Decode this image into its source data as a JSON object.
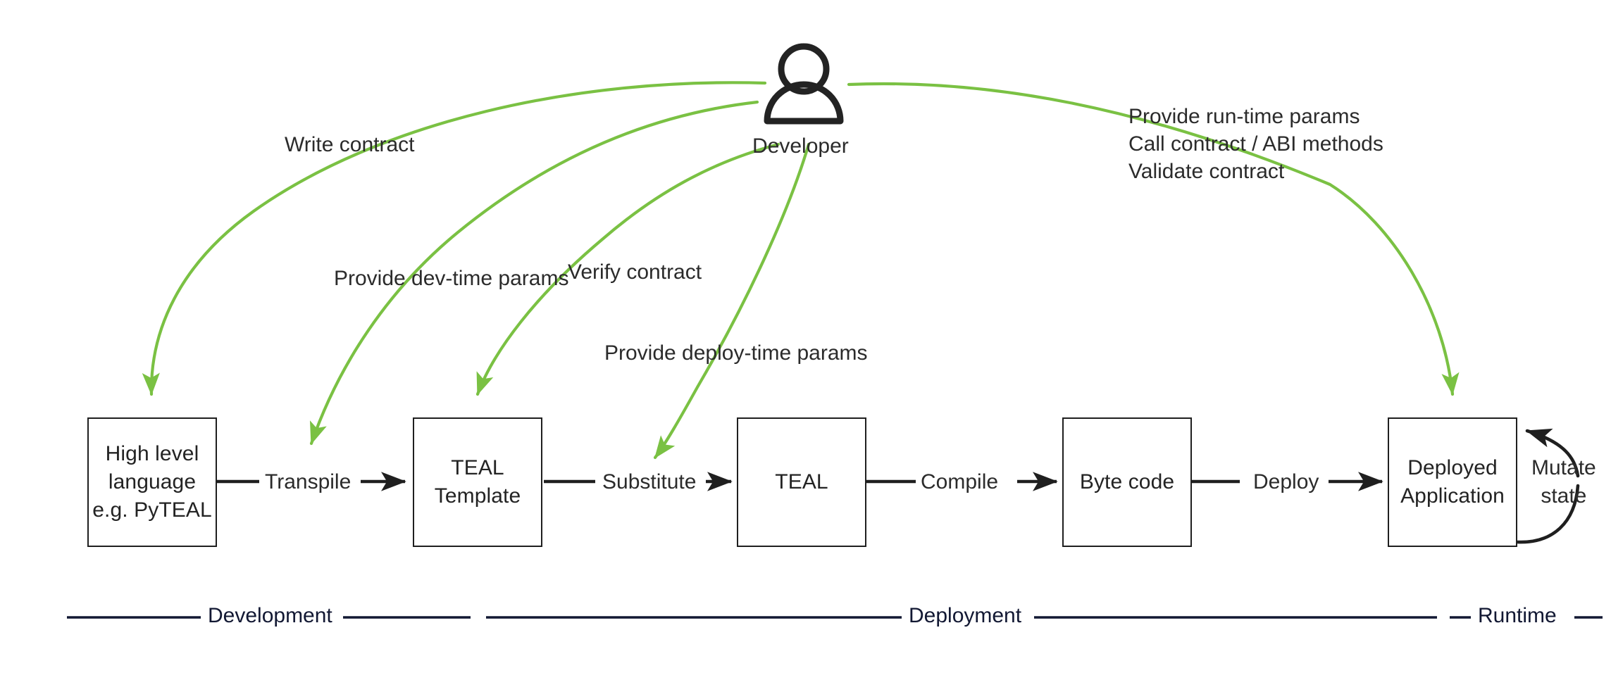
{
  "diagram": {
    "actor": {
      "name": "Developer",
      "icon": "person-icon"
    },
    "nodes": [
      {
        "id": "high-level-language",
        "label": "High level\nlanguage\ne.g. PyTEAL"
      },
      {
        "id": "teal-template",
        "label": "TEAL\nTemplate"
      },
      {
        "id": "teal",
        "label": "TEAL"
      },
      {
        "id": "byte-code",
        "label": "Byte code"
      },
      {
        "id": "deployed-application",
        "label": "Deployed\nApplication"
      }
    ],
    "edges": [
      {
        "id": "transpile",
        "label": "Transpile"
      },
      {
        "id": "substitute",
        "label": "Substitute"
      },
      {
        "id": "compile",
        "label": "Compile"
      },
      {
        "id": "deploy",
        "label": "Deploy"
      },
      {
        "id": "mutate-state",
        "label": "Mutate\nstate"
      }
    ],
    "developer_actions": [
      {
        "id": "write-contract",
        "label": "Write contract"
      },
      {
        "id": "provide-dev-time-params",
        "label": "Provide dev-time params"
      },
      {
        "id": "verify-contract",
        "label": "Verify contract"
      },
      {
        "id": "provide-deploy-time-params",
        "label": "Provide deploy-time params"
      },
      {
        "id": "runtime-actions",
        "label": "Provide run-time params\nCall contract / ABI methods\nValidate contract"
      }
    ],
    "phases": [
      {
        "id": "development",
        "label": "Development"
      },
      {
        "id": "deployment",
        "label": "Deployment"
      },
      {
        "id": "runtime",
        "label": "Runtime"
      }
    ],
    "colors": {
      "actor_edge": "#7ac143",
      "flow_edge": "#1f1f1f",
      "box_border": "#1f1f1f",
      "phase_line": "#121833",
      "text": "#2b2b2b",
      "background": "#ffffff"
    }
  }
}
